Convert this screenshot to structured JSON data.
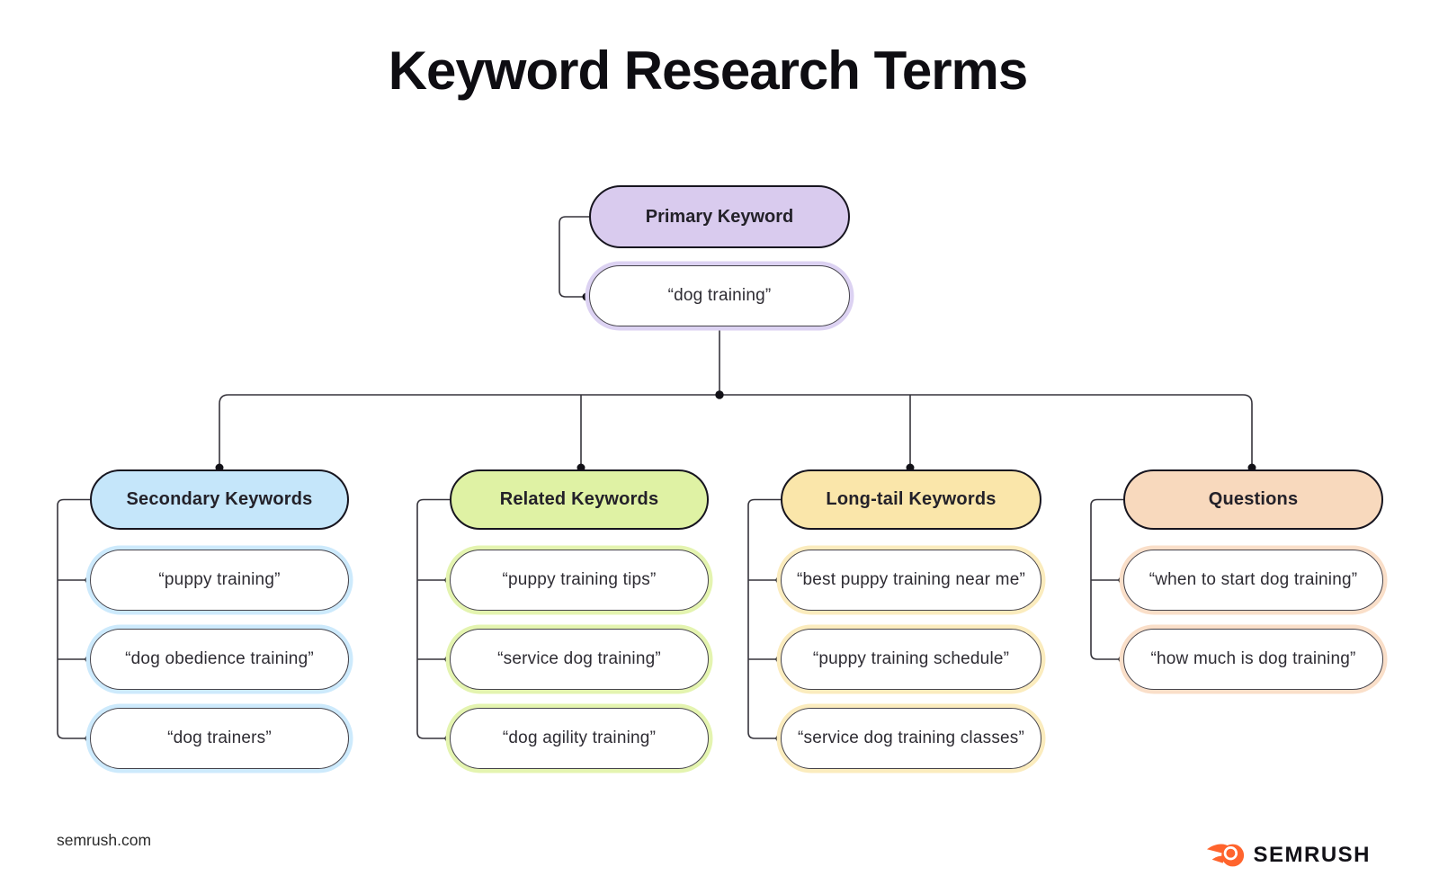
{
  "title": "Keyword Research Terms",
  "root": {
    "label": "Primary Keyword",
    "keyword": "“dog training”",
    "fill": "#d9cbee"
  },
  "groups": [
    {
      "label": "Secondary Keywords",
      "fill": "#c5e6fa",
      "ring": "#cdeafc",
      "keywords": [
        "“puppy training”",
        "“dog obedience training”",
        "“dog trainers”"
      ]
    },
    {
      "label": "Related Keywords",
      "fill": "#dff2a4",
      "ring": "#e4f4b0",
      "keywords": [
        "“puppy training tips”",
        "“service dog training”",
        "“dog agility training”"
      ]
    },
    {
      "label": "Long-tail Keywords",
      "fill": "#fae6aa",
      "ring": "#fbecbe",
      "keywords": [
        "“best puppy training near me”",
        "“puppy training schedule”",
        "“service dog training classes”"
      ]
    },
    {
      "label": "Questions",
      "fill": "#f8d9bd",
      "ring": "#fadfc9",
      "keywords": [
        "“when to start dog training”",
        "“how much is dog training”"
      ]
    }
  ],
  "colors": {
    "line": "#36343c",
    "brand_orange": "#ff642d",
    "title_text": "#0e0d12"
  },
  "footer": {
    "website": "semrush.com",
    "brand": "SEMRUSH"
  }
}
